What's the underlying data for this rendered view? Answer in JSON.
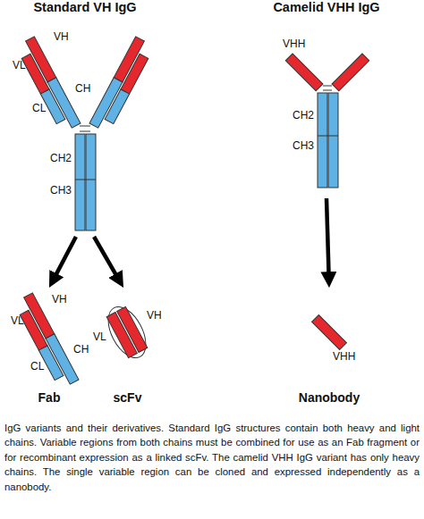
{
  "diagram": {
    "caption": "IgG variants and their derivatives. Standard IgG structures contain both heavy and light chains. Variable regions from both chains must be combined for use as an Fab fragment or for recombinant expression as a linked scFv. The camelid VHH IgG variant has only heavy chains. The single variable region can be cloned and expressed independently as a nanobody.",
    "nodes": [
      {
        "text": [
          "Standard VH IgG"
        ]
      },
      {
        "text": [
          "Camelid VHH IgG"
        ]
      },
      {
        "text": [
          "Fab"
        ]
      },
      {
        "text": [
          "scFv"
        ]
      },
      {
        "text": [
          "Nanobody"
        ]
      }
    ],
    "edges": [
      {
        "from": 0,
        "to": 2,
        "arrow": "to"
      },
      {
        "from": 0,
        "to": 3,
        "arrow": "to"
      },
      {
        "from": 1,
        "to": 4,
        "arrow": "to"
      }
    ],
    "labels": [
      "VH",
      "VL",
      "CH",
      "CL",
      "CH2",
      "CH3",
      "VHH",
      "CH2",
      "CH3",
      "VL",
      "VH",
      "CH",
      "CL",
      "VL",
      "VH",
      "VHH"
    ]
  }
}
